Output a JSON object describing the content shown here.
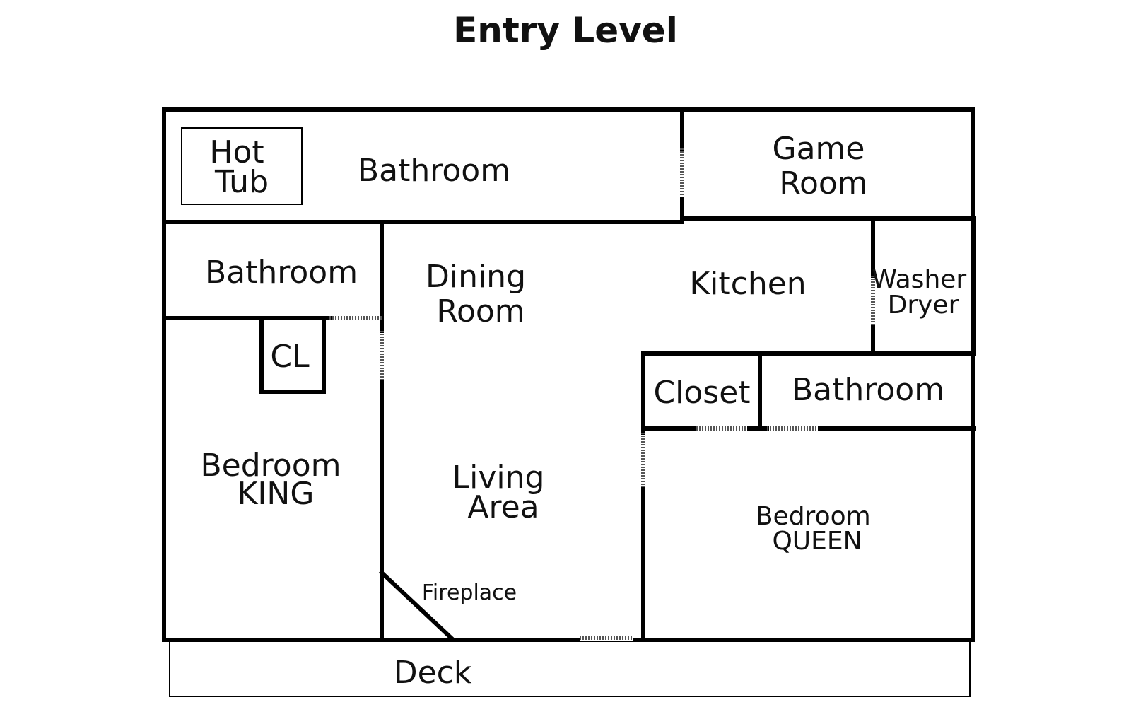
{
  "title": "Entry Level",
  "rooms": {
    "hot_tub": [
      "Hot",
      "Tub"
    ],
    "bathroom_top": "Bathroom",
    "game_room": [
      "Game",
      "Room"
    ],
    "bathroom_left": "Bathroom",
    "dining_room": [
      "Dining",
      "Room"
    ],
    "kitchen": "Kitchen",
    "washer_dryer": [
      "Washer",
      "Dryer"
    ],
    "closet_cl": "CL",
    "closet": "Closet",
    "bathroom_right": "Bathroom",
    "bedroom_king": [
      "Bedroom",
      "KING"
    ],
    "living_area": [
      "Living",
      "Area"
    ],
    "bedroom_queen": [
      "Bedroom",
      "QUEEN"
    ],
    "fireplace": "Fireplace",
    "deck": "Deck"
  }
}
